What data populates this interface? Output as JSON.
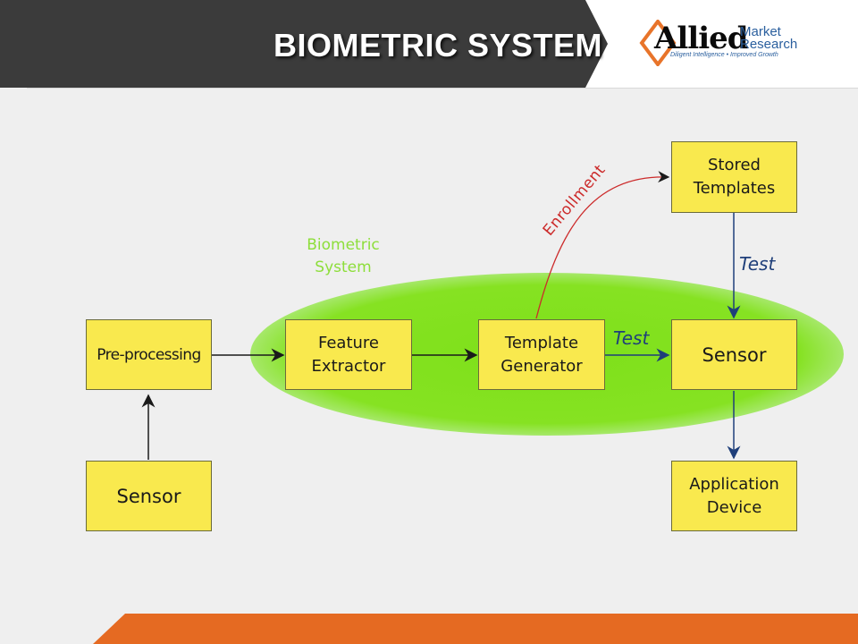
{
  "header": {
    "title": "BIOMETRIC SYSTEM",
    "logo": {
      "word": "Allied",
      "line1": "Market",
      "line2": "Research",
      "tagline": "Diligent Intelligence • Improved Growth"
    }
  },
  "diagram": {
    "ellipse_label": "Biometric\nSystem",
    "boxes": {
      "sensor_input": "Sensor",
      "preprocessing": "Pre-processing",
      "feature_extractor": "Feature\nExtractor",
      "template_generator": "Template\nGenerator",
      "stored_templates": "Stored\nTemplates",
      "sensor_output": "Sensor",
      "application_device": "Application\nDevice"
    },
    "edge_labels": {
      "enrollment": "Enrollment",
      "test_horizontal": "Test",
      "test_vertical": "Test"
    }
  },
  "colors": {
    "header_dark": "#3b3b3b",
    "box_fill": "#f9e94e",
    "ellipse": "#7ee01a",
    "enrollment_arrow": "#cc2b2b",
    "test_arrow": "#1f3f7a",
    "footer_orange": "#e56a22"
  }
}
